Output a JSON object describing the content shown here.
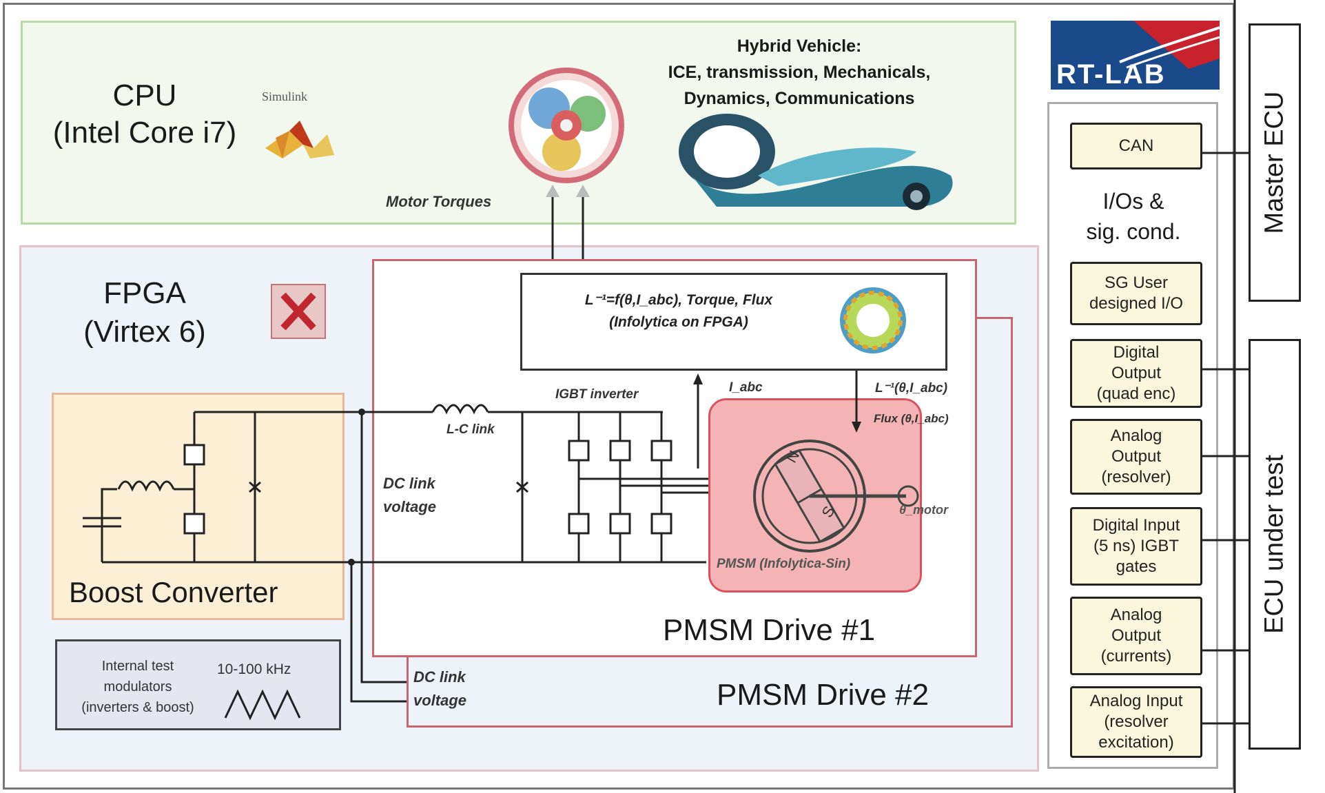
{
  "cpu": {
    "title_line1": "CPU",
    "title_line2": "(Intel Core i7)",
    "simulink_label": "Simulink"
  },
  "hybrid": {
    "line1": "Hybrid Vehicle:",
    "line2": "ICE, transmission, Mechanicals,",
    "line3": "Dynamics, Communications"
  },
  "motor_torques": "Motor Torques",
  "rtlab": {
    "logo_text": "RT-LAB"
  },
  "fpga": {
    "title_line1": "FPGA",
    "title_line2": "(Virtex 6)"
  },
  "boost_converter": "Boost Converter",
  "modulators": {
    "line1": "Internal test",
    "line2": "modulators",
    "line3": "(inverters & boost)",
    "freq": "10-100 kHz"
  },
  "drive1": {
    "title": "PMSM Drive #1",
    "flux_box_line1": "L⁻¹=f(θ,I_abc), Torque, Flux",
    "flux_box_line2": "(Infolytica on FPGA)",
    "lc_link": "L-C link",
    "igbt_inverter": "IGBT inverter",
    "dc_link_line1": "DC link",
    "dc_link_line2": "voltage",
    "iabc": "I_abc",
    "linv": "L⁻¹(θ,I_abc)",
    "flux": "Flux (θ,I_abc)",
    "theta_motor": "θ_motor",
    "pmsm": "PMSM (Infolytica-Sin)",
    "rotor_n": "N",
    "rotor_s": "S"
  },
  "drive2": {
    "title": "PMSM Drive #2",
    "dc_link_line1": "DC link",
    "dc_link_line2": "voltage"
  },
  "io": {
    "can": "CAN",
    "header_line1": "I/Os &",
    "header_line2": "sig. cond.",
    "items": [
      {
        "line1": "SG User",
        "line2": "designed I/O",
        "line3": ""
      },
      {
        "line1": "Digital",
        "line2": "Output",
        "line3": "(quad enc)"
      },
      {
        "line1": "Analog",
        "line2": "Output",
        "line3": "(resolver)"
      },
      {
        "line1": "Digital Input",
        "line2": "(5 ns) IGBT",
        "line3": "gates"
      },
      {
        "line1": "Analog",
        "line2": "Output",
        "line3": "(currents)"
      },
      {
        "line1": "Analog Input",
        "line2": "(resolver",
        "line3": "excitation)"
      }
    ]
  },
  "master_ecu": "Master ECU",
  "ecu_under_test": "ECU under test",
  "colors": {
    "cpu_border": "#b9d9a6",
    "cpu_fill": "#f2f8ee",
    "fpga_border": "#e2c2c8",
    "fpga_fill": "#eef3fa",
    "drive_border": "#c9656e",
    "boost_fill": "#fbefd6",
    "boost_border": "#e8b79b",
    "pmsm_fill": "#f4b3b5",
    "pmsm_border": "#d9525c",
    "rtlab_blue": "#1b4a8a",
    "rtlab_red": "#c8232c"
  }
}
